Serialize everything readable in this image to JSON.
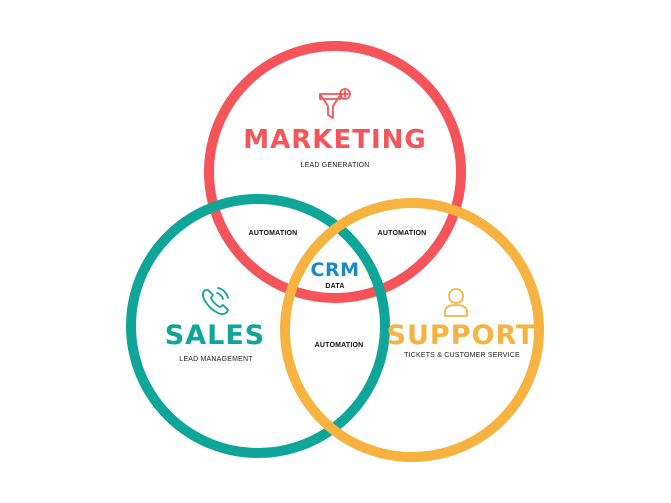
{
  "colors": {
    "marketing": "#f4545a",
    "sales": "#10a599",
    "support": "#f6b33f",
    "crm": "#1a8ac6",
    "text": "#111111"
  },
  "diagram": {
    "marketing": {
      "title": "MARKETING",
      "subtitle": "LEAD GENERATION",
      "icon": "funnel-icon"
    },
    "sales": {
      "title": "SALES",
      "subtitle": "LEAD MANAGEMENT",
      "icon": "phone-icon"
    },
    "support": {
      "title": "SUPPORT",
      "subtitle": "TICKETS & CUSTOMER SERVICE",
      "icon": "user-icon"
    },
    "center": {
      "title": "CRM",
      "subtitle": "DATA"
    },
    "overlaps": {
      "marketing_sales": "AUTOMATION",
      "marketing_support": "AUTOMATION",
      "sales_support": "AUTOMATION"
    }
  }
}
